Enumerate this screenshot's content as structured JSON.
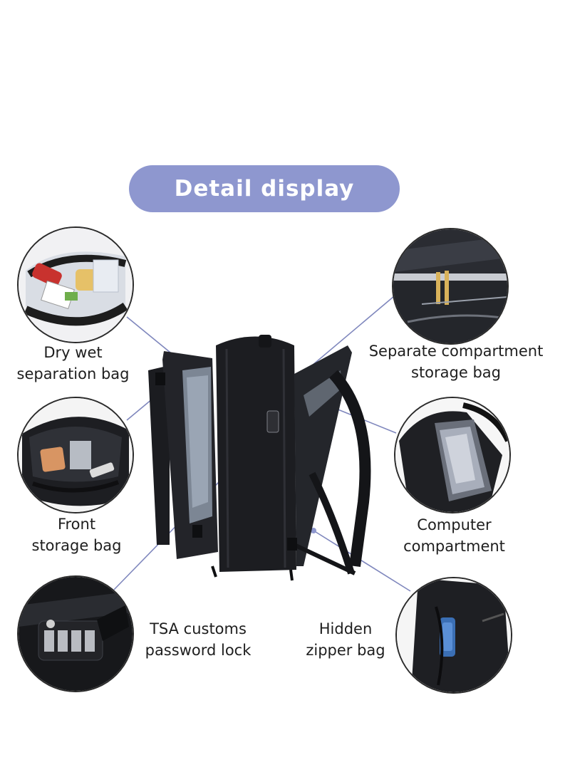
{
  "banner": {
    "title": "Detail display",
    "color": "#8e97cf"
  },
  "features": [
    {
      "line1": "Dry wet",
      "line2": "separation bag"
    },
    {
      "line1": "Separate compartment",
      "line2": "storage bag"
    },
    {
      "line1": "Front",
      "line2": "storage bag"
    },
    {
      "line1": "Computer",
      "line2": "compartment"
    },
    {
      "line1": "TSA customs",
      "line2": "password lock"
    },
    {
      "line1": "Hidden",
      "line2": "zipper bag"
    }
  ],
  "colors": {
    "connector": "#8088c0",
    "product": "#1c1d20"
  }
}
